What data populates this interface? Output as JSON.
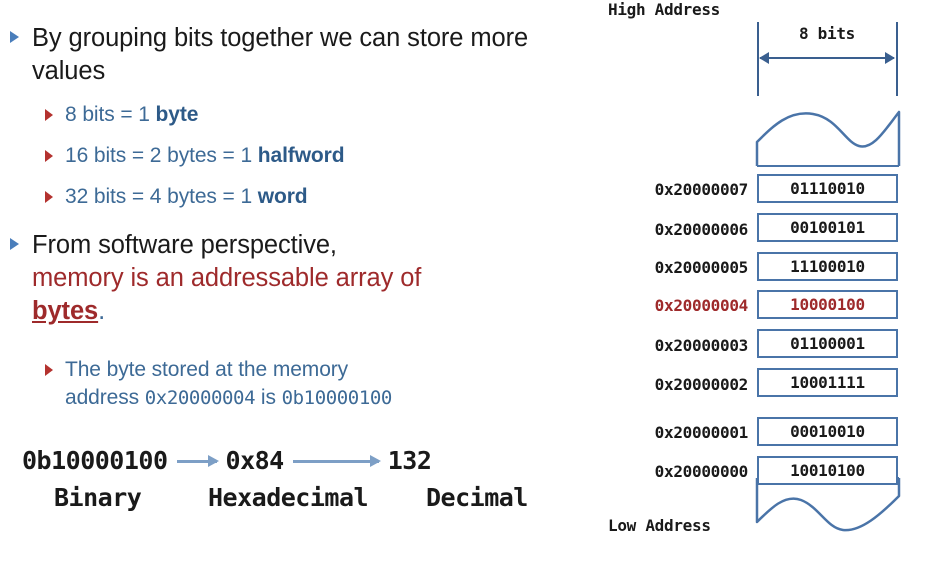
{
  "slide": {
    "bullets": [
      {
        "level": 1,
        "bullet_color": "#4a7ebb",
        "text": "By grouping bits together we can store more values"
      },
      {
        "level": 2,
        "bullet_color": "#b4322f",
        "prefix": "8 bits = 1 ",
        "bold": "byte"
      },
      {
        "level": 2,
        "bullet_color": "#b4322f",
        "prefix": "16 bits = 2 bytes = 1 ",
        "bold": "halfword"
      },
      {
        "level": 2,
        "bullet_color": "#b4322f",
        "prefix": "32 bits = 4 bytes = 1 ",
        "bold": "word"
      }
    ],
    "second_bullet": {
      "line1": "From software perspective,",
      "line2": "memory is an addressable array of",
      "line3_bold": "bytes",
      "line3_tail": "."
    },
    "sub_bullet": {
      "line1": "The byte stored at the memory",
      "line2_pre": "address ",
      "line2_addr": "0x20000004",
      "line2_mid": " is ",
      "line2_val": "0b10000100"
    },
    "conversion": {
      "binary_value": "0b10000100",
      "hex_value": "0x84",
      "decimal_value": "132",
      "label_binary": "Binary",
      "label_hex": "Hexadecimal",
      "label_decimal": "Decimal"
    }
  },
  "memory_diagram": {
    "width_label": "8 bits",
    "high_address_label": "High Address",
    "low_address_label": "Low Address",
    "highlight_address": "0x20000004",
    "border_color": "#4a74a8",
    "highlight_color": "#9e2a2b",
    "rows": [
      {
        "address": "0x20000007",
        "value": "01110010",
        "highlight": false
      },
      {
        "address": "0x20000006",
        "value": "00100101",
        "highlight": false
      },
      {
        "address": "0x20000005",
        "value": "11100010",
        "highlight": false
      },
      {
        "address": "0x20000004",
        "value": "10000100",
        "highlight": true
      },
      {
        "address": "0x20000003",
        "value": "01100001",
        "highlight": false
      },
      {
        "address": "0x20000002",
        "value": "10001111",
        "highlight": false
      },
      {
        "address": "0x20000001",
        "value": "00010010",
        "highlight": false
      },
      {
        "address": "0x20000000",
        "value": "10010100",
        "highlight": false
      }
    ]
  }
}
